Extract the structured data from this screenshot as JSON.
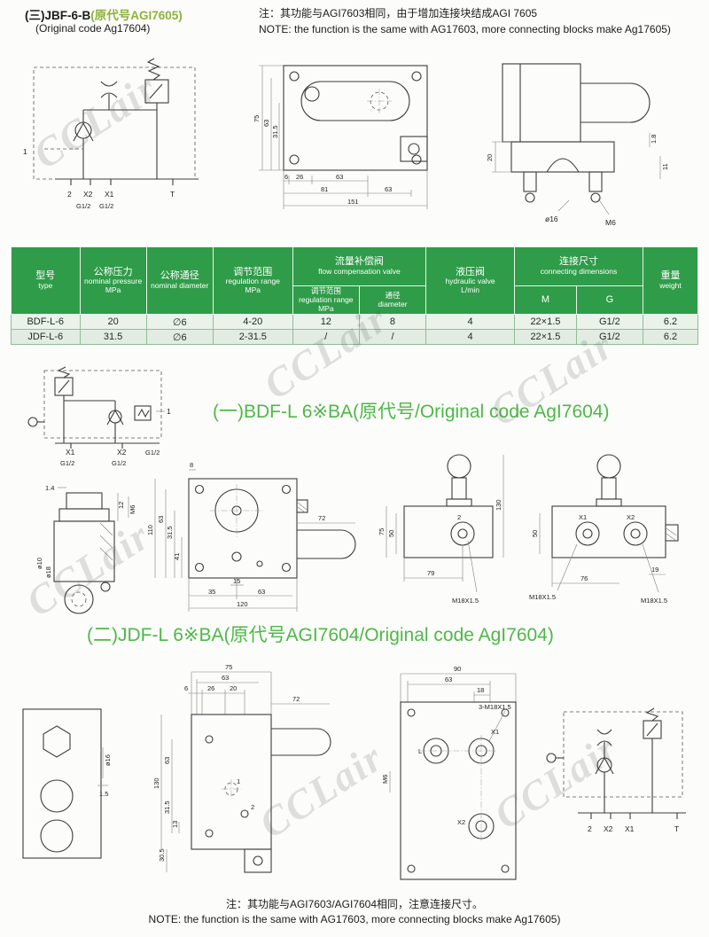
{
  "watermark": {
    "text": "CCLair"
  },
  "header": {
    "title_main": "(三)JBF-6-B",
    "title_code": "(原代号AGI7605)",
    "subtitle": "(Original code Ag17604)",
    "note_cn": "注：其功能与AGI7603相同，由于增加连接块结成AGI 7605",
    "note_en": "NOTE: the function is the same with AG17603, more connecting blocks make Ag17605)"
  },
  "table": {
    "col_type": {
      "cn": "型号",
      "en": "type"
    },
    "col_pressure": {
      "cn": "公称压力",
      "en": "nominal pressure",
      "unit": "MPa"
    },
    "col_diameter": {
      "cn": "公称通径",
      "en": "nominal diameter"
    },
    "col_range": {
      "cn": "调节范围",
      "en": "regulation range",
      "unit": "MPa"
    },
    "col_fcv": {
      "cn": "流量补偿阀",
      "en": "flow compensation valve"
    },
    "col_fcv_range": {
      "cn": "调节范围",
      "en": "regulation range",
      "unit": "MPa"
    },
    "col_fcv_dia": {
      "cn": "通径",
      "en": "diameter"
    },
    "col_hydraulic": {
      "cn": "液压阀",
      "en": "hydraulic valve",
      "unit": "L/min"
    },
    "col_conn": {
      "cn": "连接尺寸",
      "en": "connecting dimensions"
    },
    "col_m": "M",
    "col_g": "G",
    "col_weight": {
      "cn": "重量",
      "en": "weight"
    },
    "rows": [
      {
        "type": "BDF-L-6",
        "pressure": "20",
        "diameter": "∅6",
        "range": "4-20",
        "fcv_range": "12",
        "fcv_dia": "8",
        "hydraulic": "4",
        "m": "22×1.5",
        "g": "G1/2",
        "weight": "6.2"
      },
      {
        "type": "JDF-L-6",
        "pressure": "31.5",
        "diameter": "∅6",
        "range": "2-31.5",
        "fcv_range": "/",
        "fcv_dia": "/",
        "hydraulic": "4",
        "m": "22×1.5",
        "g": "G1/2",
        "weight": "6.2"
      }
    ]
  },
  "section1": {
    "heading": "(一)BDF-L 6※BA(原代号/Original code AgI7604)"
  },
  "section2": {
    "heading": "(二)JDF-L 6※BA(原代号AGI7604/Original code AgI7604)"
  },
  "footer": {
    "note_cn": "注：其功能与AGI7603/AGI7604相同，注意连接尺寸。",
    "note_en": "NOTE: the function is the same with AG17603, more connecting blocks make Ag17605)"
  },
  "drawings": {
    "jbf_schematic": {
      "n1": "1",
      "p2": "2",
      "x2": "X2",
      "x1": "X1",
      "t": "T",
      "g1": "G1/2",
      "g2": "G1/2"
    },
    "jbf_front": {
      "d75": "75",
      "d63a": "63",
      "d315": "31.5",
      "d6": "6",
      "d26": "26",
      "d63b": "63",
      "d81": "81",
      "d63c": "63",
      "d151": "151"
    },
    "jbf_side": {
      "d20": "20",
      "d18": "1.8",
      "d11": "11",
      "d16": "ø16",
      "m6": "M6"
    },
    "bdf_schematic": {
      "n1": "1",
      "x1": "X1",
      "x2": "X2",
      "g_r": "G1/2",
      "g_b1": "G1/2",
      "g_b2": "G1/2"
    },
    "bdf_side": {
      "d14": "1.4",
      "d12": "12",
      "m6": "M6",
      "d10": "ø10",
      "d18": "ø18"
    },
    "bdf_front": {
      "d8": "8",
      "d110": "110",
      "d63": "63",
      "d315": "31.5",
      "d41": "41",
      "d15": "15",
      "d35": "35",
      "d63b": "63",
      "d120": "120",
      "d72": "72"
    },
    "bdf_right1": {
      "d130": "130",
      "d75": "75",
      "d50": "50",
      "p2": "2",
      "m18": "M18X1.5",
      "d79": "79"
    },
    "bdf_right2": {
      "d50": "50",
      "x1": "X1",
      "x2": "X2",
      "m18a": "M18X1.5",
      "m18b": "M18X1.5",
      "d76": "76",
      "d19": "19"
    },
    "jdf_block": {
      "d16": "ø16",
      "d15": "1.5"
    },
    "jdf_front": {
      "d75": "75",
      "d63a": "63",
      "d26": "26",
      "d20": "20",
      "d6": "6",
      "d72": "72",
      "d130": "130",
      "d63b": "63",
      "d315": "31.5",
      "d13": "13",
      "d305": "30.5",
      "p1": "1",
      "p2": "2"
    },
    "jdf_top": {
      "d90": "90",
      "d63": "63",
      "d18": "18",
      "m18": "3-M18X1.5",
      "l": "L",
      "x1": "X1",
      "x2": "X2",
      "m6": "M6"
    },
    "jdf_schematic": {
      "p2": "2",
      "x2": "X2",
      "x1": "X1",
      "t": "T"
    }
  }
}
